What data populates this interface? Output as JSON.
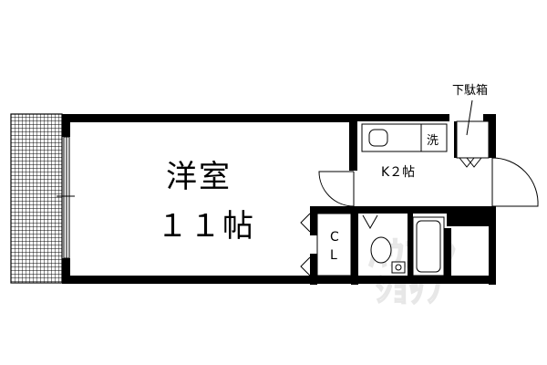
{
  "rooms": {
    "western_room_name": "洋室",
    "western_room_size": "１１帖",
    "kitchen_label": "K２帖",
    "closet_label_c": "C",
    "closet_label_l": "L",
    "washer_label": "洗",
    "shoe_box_label": "下駄箱"
  },
  "watermark": {
    "line1": "ハウスマンショップ",
    "style": "faded outlined katakana logo"
  },
  "colors": {
    "wall": "#000000",
    "balcony_grid": "#000000",
    "watermark": "#e6e6e6",
    "background": "#ffffff"
  }
}
